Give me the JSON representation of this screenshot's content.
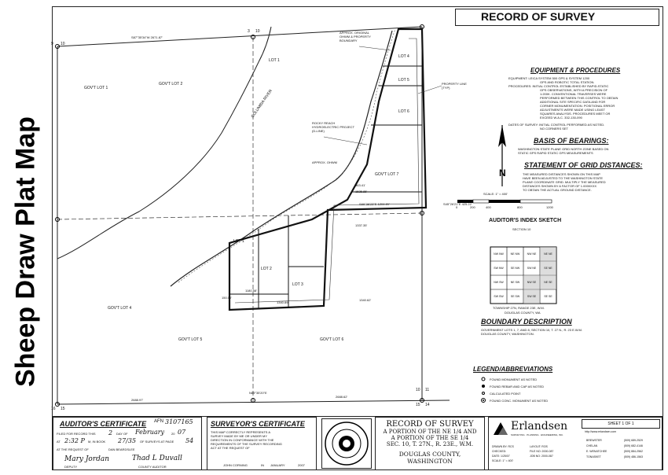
{
  "side_title": "Sheep Draw Plat Map",
  "record_title": "RECORD OF SURVEY",
  "equipment": {
    "heading": "EQUIPMENT & PROCEDURES",
    "lines": [
      "EQUIPMENT:  LEICA SYSTEM 500 GPS & SYSTEM 1200",
      "GPS AND ROBOTIC TOTAL STATION.",
      "PROCEDURES:  INITIAL CONTROL ESTABLISHED BY RAPID-STATIC",
      "GPS OBSERVATIONS, WITH A PRECISION OF",
      "1:200K. CONVENTIONAL TRAVERSES WERE",
      "PERFORMED BETWEEN THIS CONTROL TO OBTAIN",
      "ADDITIONAL SITE SPECIFIC DATA AND FOR",
      "CORNER MONUMENTATION. POSITIONAL ERROR",
      "ADJUSTMENTS WERE MADE USING LEAST",
      "SQUARES ANALYSIS. PROCEDURES MEET OR",
      "EXCEED W.A.C. 332-130-090",
      "DATES OF SURVEY:  INITIAL CONTROL PERFORMED AS NOTED.",
      "NO CORNERS SET"
    ]
  },
  "bearings": {
    "heading": "BASIS OF BEARINGS:",
    "lines": [
      "WASHINGTON STATE PLANE GRID NORTH ZONE BASED ON",
      "STATIC GPS RAPID STATIC GPS MEASUREMENTS"
    ]
  },
  "grid": {
    "heading": "STATEMENT OF GRID DISTANCES:",
    "lines": [
      "THE MEASURED DISTANCES SHOWN ON THIS MAP",
      "HAVE BEEN ADJUSTED TO THE WASHINGTON STATE",
      "PLANE COORDINATE GRID. MULTIPLY THE MEASURED",
      "DISTANCES SHOWN BY A FACTOR OF 1.0000XXX",
      "TO OBTAIN THE ACTUAL GROUND DISTANCE."
    ]
  },
  "scale": {
    "label": "SCALE: 1\" = 400'",
    "ticks": [
      "0",
      "200",
      "400",
      "800",
      "1200"
    ]
  },
  "auditor_index": {
    "title": "AUDITOR'S INDEX SKETCH",
    "section": "SECTION 10",
    "cells": [
      "NW NW",
      "NE NW",
      "NW NE",
      "NE NE",
      "SW NW",
      "SE NW",
      "SW NE",
      "SE NE",
      "NW SW",
      "NE SW",
      "NW SE",
      "NE SE",
      "SW SW",
      "SE SW",
      "SW SE",
      "SE SE"
    ],
    "township": "TOWNSHIP 27N, RANGE 23E, W.M.",
    "county": "DOUGLAS COUNTY, WA"
  },
  "boundary": {
    "heading": "BOUNDARY DESCRIPTION",
    "lines": [
      "GOVERNMENT LOTS 1, 7, AND 8, SECTION 10, T. 27 N., R. 23 E.W.M.",
      "DOUGLAS COUNTY, WASHINGTON."
    ]
  },
  "legend": {
    "heading": "LEGEND/ABBREVIATIONS",
    "items": [
      "FOUND MONUMENT AS NOTED",
      "FOUND REBAR AND CAP AS NOTED",
      "CALCULATED POINT",
      "FOUND CONC. MONUMENT AS NOTED"
    ]
  },
  "auditor_cert": {
    "title": "AUDITOR'S CERTIFICATE",
    "afn_prefix": "AFN",
    "afn": "3107165",
    "line1_prefix": "FILED FOR RECORD THIS",
    "day": "2",
    "day_of": "DAY OF",
    "month": "February",
    "year_prefix": "20",
    "year": "07",
    "line2_at": "AT",
    "time": "2:32 P",
    "line2_mid": "M, IN BOOK",
    "book": "27/35",
    "line2_end": "OF SURVEYS AT PAGE",
    "page": "54",
    "line3_prefix": "AT THE REQUEST OF",
    "requester": "DAN BEARDSLEE",
    "sig_left": "Mary Jordan",
    "sig_right": "Thad L Duvall",
    "role_left": "DEPUTY",
    "role_right": "COUNTY AUDITOR"
  },
  "surveyor_cert": {
    "title": "SURVEYOR'S CERTIFICATE",
    "lines": [
      "THIS MAP CORRECTLY REPRESENTS A",
      "SURVEY MADE BY ME OR UNDER MY",
      "DIRECTION IN CONFORMANCE WITH THE",
      "REQUIREMENTS OF THE SURVEY RECORDING",
      "ACT AT THE REQUEST OF"
    ],
    "signer": "JOHN CORNING",
    "in_word": "IN",
    "month": "JANUARY",
    "year": "2007"
  },
  "title_block": {
    "title": "RECORD OF SURVEY",
    "lines": [
      "A PORTION OF THE NE 1/4 AND",
      "A PORTION OF THE SE 1/4",
      "SEC. 10, T. 27N., R. 23E., W.M."
    ],
    "county": "DOUGLAS COUNTY, WASHINGTON"
  },
  "company": {
    "name": "Erlandsen",
    "tag": "SURVEYING · PLANNING · ENGINEERING, INC.",
    "fields": [
      "DRAWN BY: RCS",
      "CHECKED:",
      "DATE: 1/25/07",
      "SCALE: 1\" = 400'"
    ],
    "fields2": [
      "LAYOUT: ROS",
      "FILE NO: 2000-087",
      "JOB NO: 2000-087"
    ],
    "offices": [
      "BREWSTER",
      "CHELAN",
      "E. WENATCHEE",
      "TONASKET"
    ],
    "phones": [
      "(509) 689-2529",
      "(509) 682-4146",
      "(509) 884-2562",
      "(509) 486-1563"
    ],
    "web": "http://www.erlandsen.com",
    "sheet": "SHEET 1 OF 1"
  },
  "map": {
    "lots": [
      "GOV'T LOT 1",
      "GOV'T LOT 2",
      "GOV'T LOT 4",
      "GOV'T LOT 5",
      "GOV'T LOT 6",
      "GOV'T LOT 7",
      "LOT 1",
      "LOT 2",
      "LOT 3",
      "LOT 4",
      "LOT 5",
      "LOT 6"
    ],
    "labels": [
      "COLUMBIA RIVER",
      "ROCKY REACH HYDROELECTRIC PROJECT (D-LINE)",
      "APPROX. ORIGINAL OHWM & PROPERTY BOUNDARY",
      "PROPERTY LINE (TYP)",
      "APPROX. OHWM"
    ],
    "dims": [
      "S87°35'34\"W 2671.87'",
      "1340.89'",
      "1340.62'",
      "2688.97'",
      "2688.62'",
      "S89°38'23\"E 1204.81'",
      "N89°35'20\"E",
      "S45°26'21\"E 425.22'",
      "1337.35'",
      "1535.85'",
      "963.41'",
      "1180.58'",
      "150.00'"
    ],
    "corners": [
      "9",
      "10",
      "3",
      "10",
      "16",
      "15",
      "10",
      "11",
      "15",
      "14"
    ]
  }
}
